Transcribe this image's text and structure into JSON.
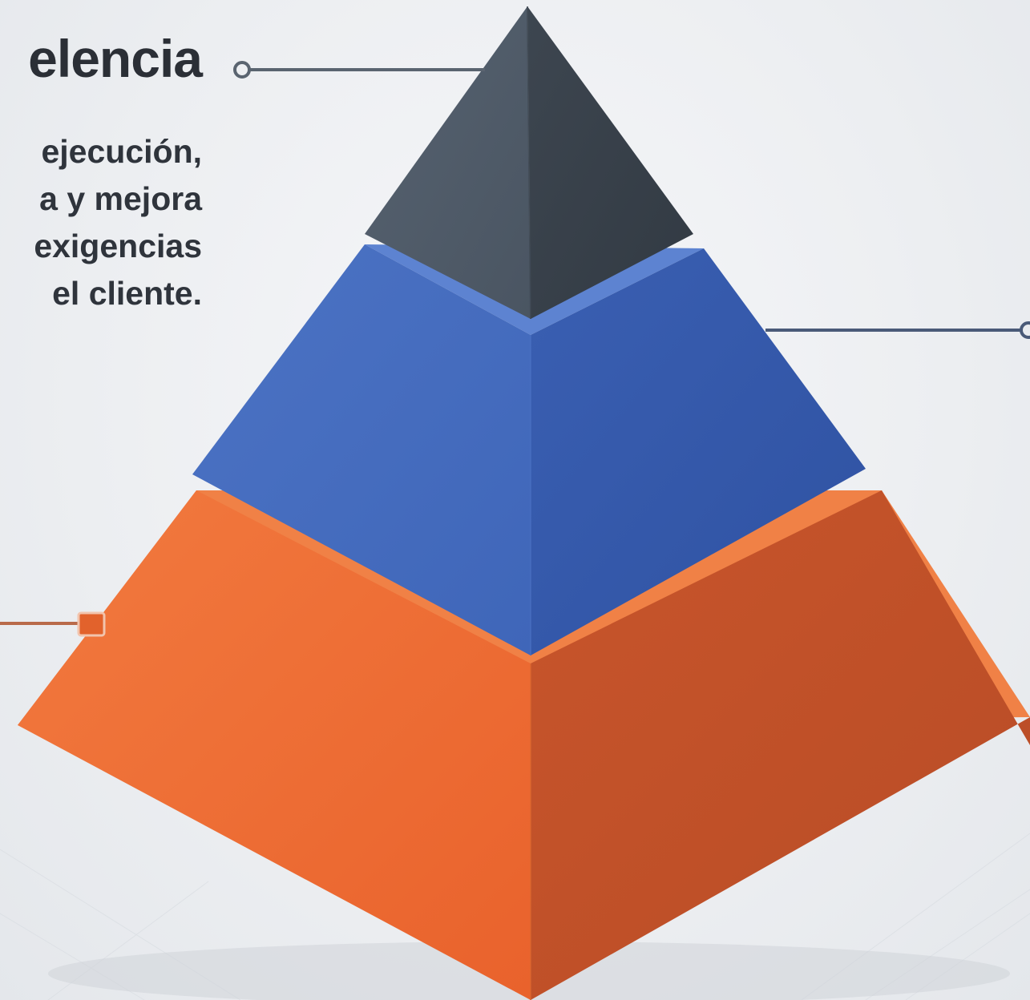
{
  "top_tier": {
    "title": "elencia",
    "description_lines": [
      "ejecución,",
      "a y mejora",
      "exigencias",
      "el cliente."
    ]
  },
  "colors": {
    "top_tier": "#4b5560",
    "middle_tier": "#3e64b8",
    "bottom_tier": "#ee6a33",
    "text": "#2b2f36"
  }
}
